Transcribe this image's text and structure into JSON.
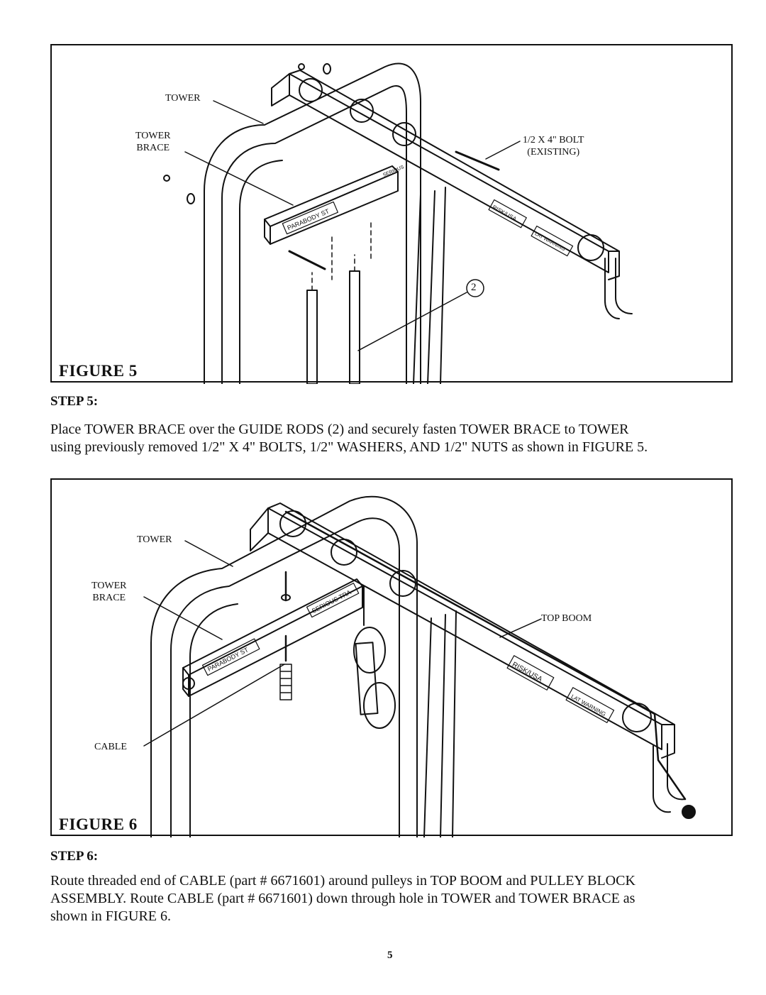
{
  "figure5": {
    "title": "FIGURE 5",
    "labels": {
      "tower": "TOWER",
      "tower_brace_1": "TOWER",
      "tower_brace_2": "BRACE",
      "bolt_1": "1/2 X 4\" BOLT",
      "bolt_2": "(EXISTING)",
      "callout_number": "2"
    },
    "decals": {
      "parabody": "PARABODY ST",
      "serious": "SERIOUS",
      "risk": "RISK/USA",
      "lat": "LAT WARNING"
    }
  },
  "step5": {
    "heading": "STEP 5:",
    "line1": "Place TOWER BRACE over the GUIDE RODS (2) and securely fasten TOWER BRACE to TOWER",
    "line2": "using previously removed 1/2\" X 4\" BOLTS, 1/2\" WASHERS, AND 1/2\" NUTS as shown in FIGURE 5."
  },
  "figure6": {
    "title": "FIGURE 6",
    "labels": {
      "tower": "TOWER",
      "tower_brace_1": "TOWER",
      "tower_brace_2": "BRACE",
      "top_boom": "TOP BOOM",
      "cable": "CABLE"
    },
    "decals": {
      "parabody": "PARABODY ST",
      "serious": "SERIOUS TRA",
      "risk": "RISK/USA",
      "lat": "LAT WARNING"
    }
  },
  "step6": {
    "heading": "STEP 6:",
    "line1": "Route threaded end of  CABLE (part # 6671601) around pulleys in TOP BOOM and PULLEY BLOCK",
    "line2": "ASSEMBLY. Route CABLE (part # 6671601) down through hole in TOWER and TOWER BRACE as",
    "line3": "shown in FIGURE 6."
  },
  "page_number": "5"
}
